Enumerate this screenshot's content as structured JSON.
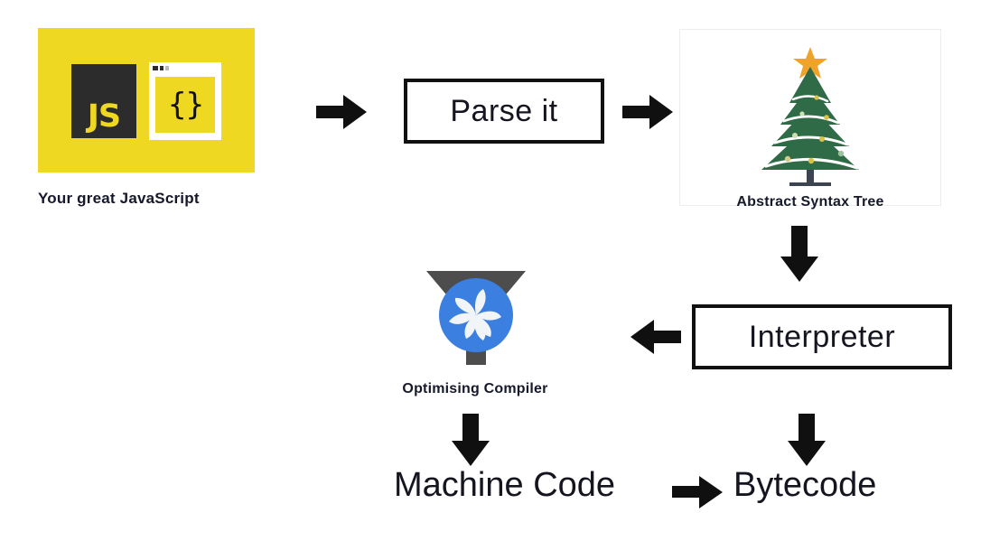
{
  "diagram": {
    "title": "JavaScript engine pipeline",
    "colors": {
      "js_yellow": "#efd821",
      "js_logo_dark": "#2c2c2c",
      "tree_green": "#2f6b46",
      "tree_green_dark": "#275a3a",
      "star_orange": "#f0a32a",
      "turbine_blue": "#3b7fe0",
      "funnel_gray": "#4d4d4d",
      "ink": "#14151f",
      "panel_border": "#ededed"
    },
    "nodes": {
      "source": {
        "caption": "Your great JavaScript",
        "logo_text": "JS",
        "code_text": "{}",
        "icon": "javascript-logo-icon"
      },
      "parse": {
        "label": "Parse it"
      },
      "ast": {
        "caption": "Abstract Syntax Tree",
        "icon": "christmas-tree-icon"
      },
      "interpreter": {
        "label": "Interpreter"
      },
      "optimising_compiler": {
        "caption": "Optimising Compiler",
        "icon": "turbine-funnel-icon"
      },
      "machine_code": {
        "label": "Machine Code"
      },
      "bytecode": {
        "label": "Bytecode"
      }
    },
    "arrows": [
      {
        "id": "js-to-parse",
        "direction": "right",
        "from": "source",
        "to": "parse"
      },
      {
        "id": "parse-to-ast",
        "direction": "right",
        "from": "parse",
        "to": "ast"
      },
      {
        "id": "ast-to-interpreter",
        "direction": "down",
        "from": "ast",
        "to": "interpreter"
      },
      {
        "id": "interpreter-to-optimising-compiler",
        "direction": "left",
        "from": "interpreter",
        "to": "optimising_compiler"
      },
      {
        "id": "optimising-compiler-to-machine-code",
        "direction": "down",
        "from": "optimising_compiler",
        "to": "machine_code"
      },
      {
        "id": "interpreter-to-bytecode",
        "direction": "down",
        "from": "interpreter",
        "to": "bytecode"
      },
      {
        "id": "machine-code-to-bytecode",
        "direction": "right",
        "from": "machine_code",
        "to": "bytecode"
      }
    ]
  }
}
